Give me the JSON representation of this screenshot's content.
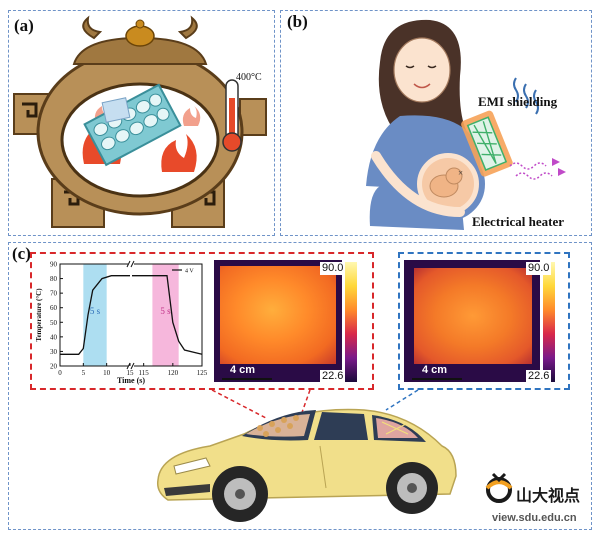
{
  "panels": {
    "a": {
      "label": "(a)",
      "thermometer_label": "400°C"
    },
    "b": {
      "label": "(b)",
      "emi_label": "EMI shielding",
      "heater_label": "Electrical heater"
    },
    "c": {
      "label": "(c)",
      "chart": {
        "ylabel": "Temperature (°C)",
        "xlabel": "Time (s)",
        "legend": "4 V",
        "yticks": [
          "20",
          "30",
          "40",
          "50",
          "60",
          "70",
          "80",
          "90"
        ],
        "xticks_left": [
          "0",
          "5",
          "10",
          "15"
        ],
        "xticks_right": [
          "115",
          "120",
          "125"
        ],
        "shade_labels": [
          "5 s",
          "5 s"
        ]
      },
      "thermal_left": {
        "max": "90.0",
        "min": "22.6",
        "scale": "4 cm"
      },
      "thermal_right": {
        "max": "90.0",
        "min": "22.6",
        "scale": "4 cm"
      }
    }
  },
  "watermark": {
    "text": "山大视点",
    "url": "view.sdu.edu.cn"
  },
  "colors": {
    "panel_border": "#6f93c8",
    "red_dash": "#d8282b",
    "blue_dash": "#2f74c0",
    "car": "#f1df8a"
  },
  "chart_data": {
    "type": "line",
    "xlabel": "Time (s)",
    "ylabel": "Temperature (°C)",
    "ylim": [
      20,
      90
    ],
    "x_segments": [
      [
        0,
        15
      ],
      [
        113,
        125
      ]
    ],
    "series": [
      {
        "name": "4 V",
        "x": [
          0,
          4,
          5,
          6,
          7,
          9,
          11,
          13,
          15,
          113,
          114,
          115,
          116,
          117,
          118,
          119,
          120,
          121,
          122,
          124,
          125
        ],
        "y": [
          28,
          28,
          32,
          55,
          72,
          80,
          82,
          82,
          82,
          82,
          82,
          82,
          82,
          82,
          82,
          82,
          50,
          37,
          31,
          29,
          28
        ]
      }
    ],
    "shaded": [
      {
        "x": [
          5,
          10
        ],
        "label": "5 s",
        "color": "#9fd8ee"
      },
      {
        "x": [
          116.5,
          121
        ],
        "label": "5 s",
        "color": "#f5aad6"
      }
    ]
  }
}
